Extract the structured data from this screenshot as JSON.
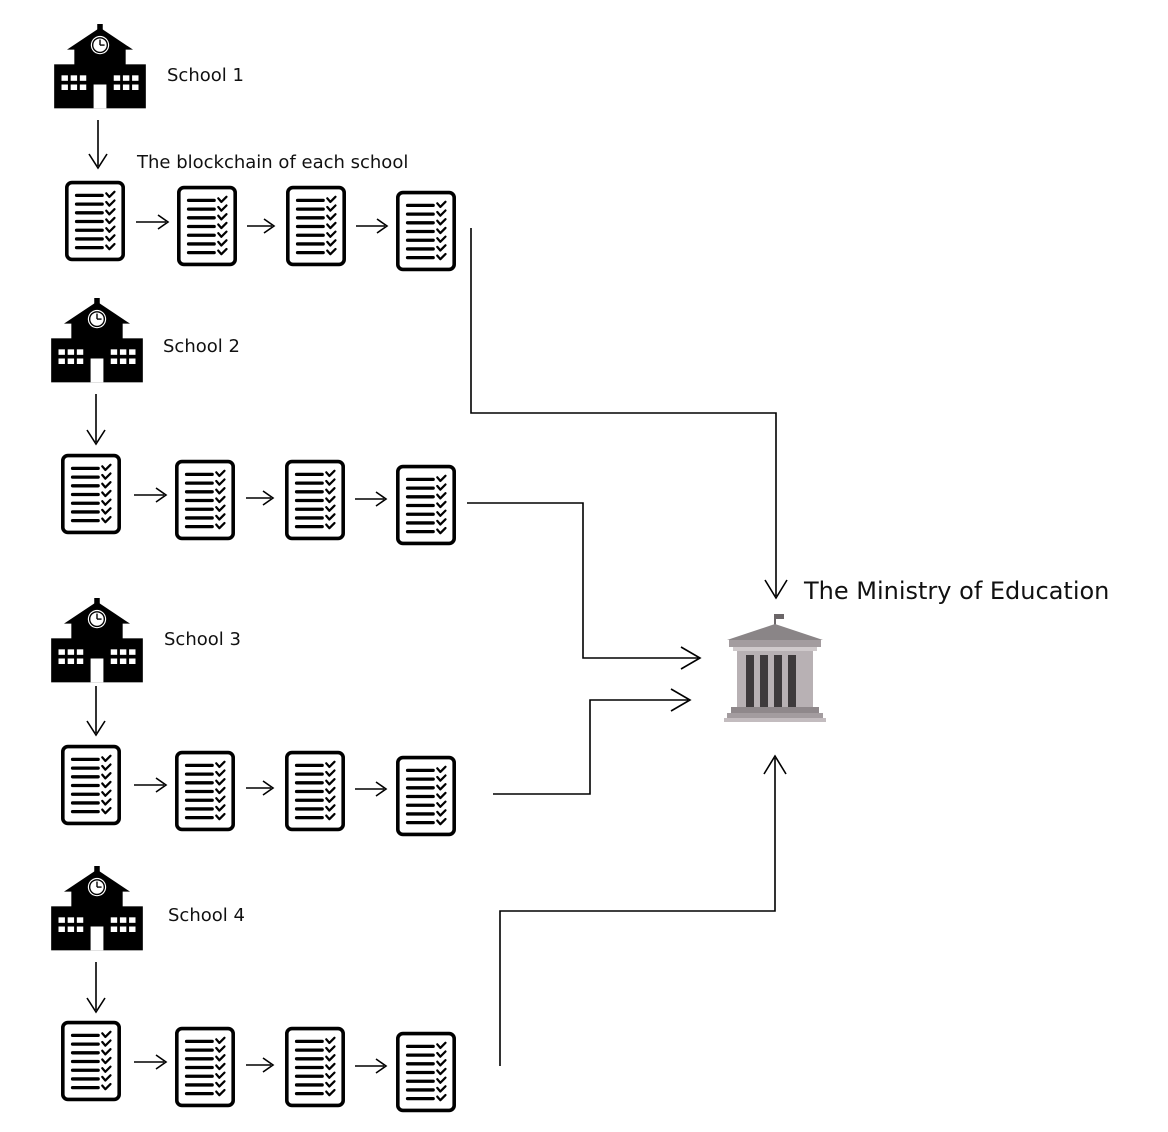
{
  "schools": [
    {
      "label": "School 1",
      "blocks": 4
    },
    {
      "label": "School 2",
      "blocks": 4
    },
    {
      "label": "School 3",
      "blocks": 4
    },
    {
      "label": "School 4",
      "blocks": 4
    }
  ],
  "chain_label": "The blockchain of each school",
  "ministry": {
    "label": "The Ministry of Education"
  },
  "icons": {
    "school": "school-building-icon",
    "block": "document-checklist-icon",
    "ministry": "government-building-icon"
  },
  "colors": {
    "ink": "#000000",
    "ministry_roof": "#8a8587",
    "ministry_column": "#3e3a3c",
    "ministry_face": "#b8b1b4"
  }
}
